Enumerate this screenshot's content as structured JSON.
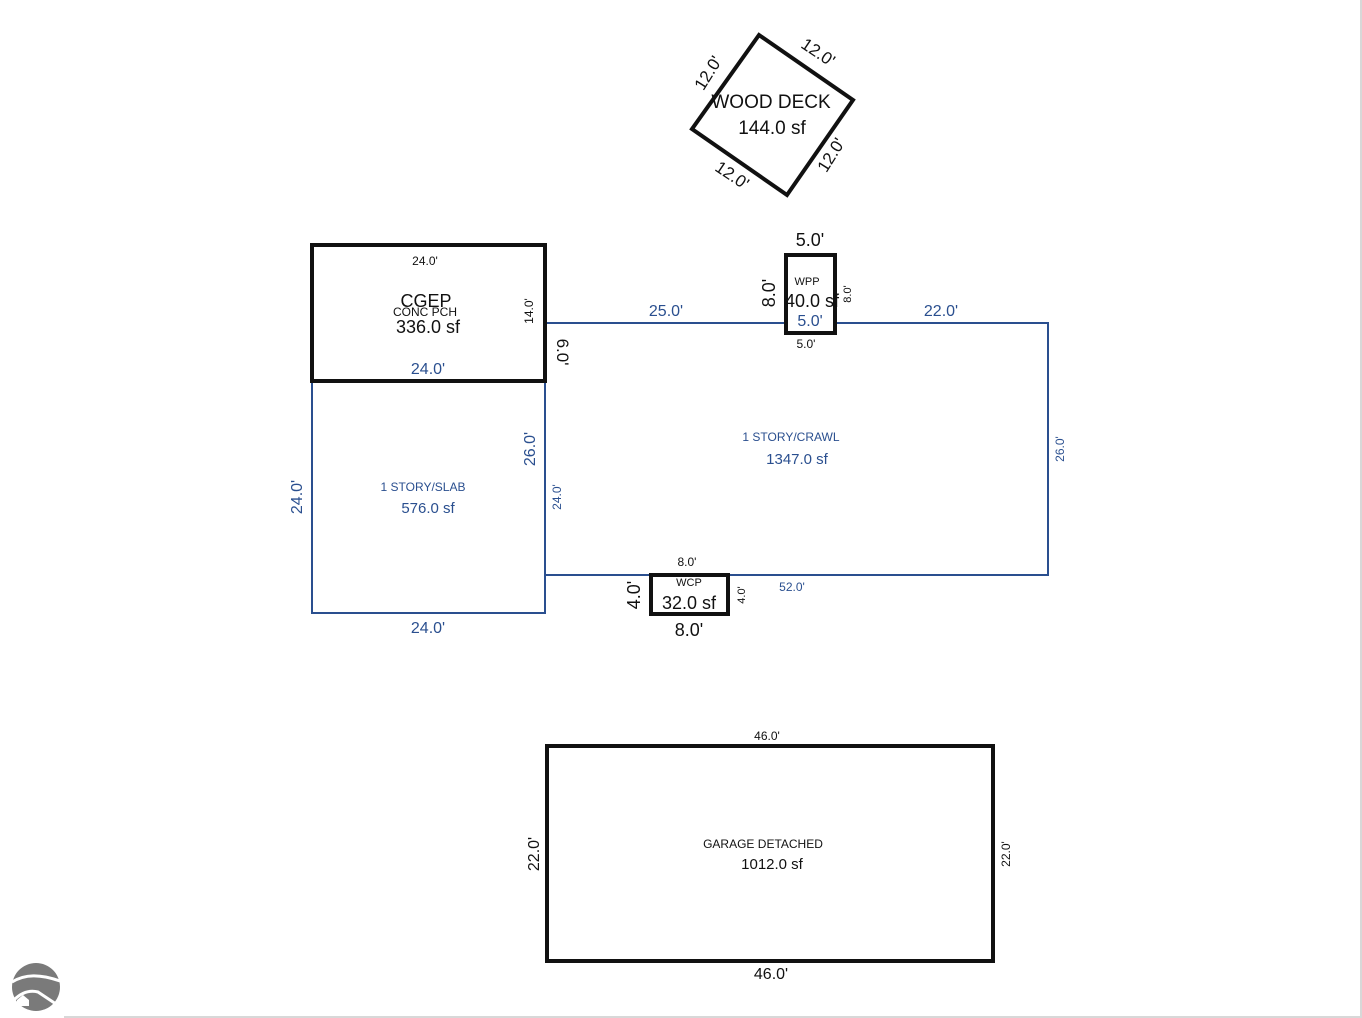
{
  "wood_deck": {
    "name": "WOOD DECK",
    "area": "144.0 sf",
    "dims": {
      "nw": "12.0'",
      "ne": "12.0'",
      "se": "12.0'",
      "sw": "12.0'"
    }
  },
  "wpp": {
    "name": "WPP",
    "area": "40.0 sf",
    "dims": {
      "top": "5.0'",
      "left": "8.0'",
      "right": "8.0'",
      "bottom": "5.0'",
      "inner": "5.0'"
    }
  },
  "conc_pch": {
    "name_a": "CGEP",
    "name_b": "CONC PCH",
    "area": "336.0 sf",
    "dims": {
      "top": "24.0'",
      "right": "14.0'",
      "bottom": "24.0'"
    }
  },
  "house_crawl": {
    "name": "1 STORY/CRAWL",
    "area": "1347.0 sf",
    "dims": {
      "top_left": "25.0'",
      "top_right": "22.0'",
      "right": "26.0'",
      "bottom": "52.0'",
      "left_upper": "6.0'",
      "left_lower": "24.0'"
    }
  },
  "house_slab": {
    "name": "1 STORY/SLAB",
    "area": "576.0 sf",
    "dims": {
      "left": "24.0'",
      "right": "26.0'",
      "bottom": "24.0'"
    }
  },
  "wcp": {
    "name": "WCP",
    "area": "32.0 sf",
    "dims": {
      "top": "8.0'",
      "left": "4.0'",
      "right": "4.0'",
      "bottom": "8.0'"
    }
  },
  "garage": {
    "name": "GARAGE DETACHED",
    "area": "1012.0 sf",
    "dims": {
      "top": "46.0'",
      "left": "22.0'",
      "right": "22.0'",
      "bottom": "46.0'"
    }
  },
  "colors": {
    "outline": "#111111",
    "blue": "#2a4f8f",
    "logo": "#7a7a7a"
  }
}
